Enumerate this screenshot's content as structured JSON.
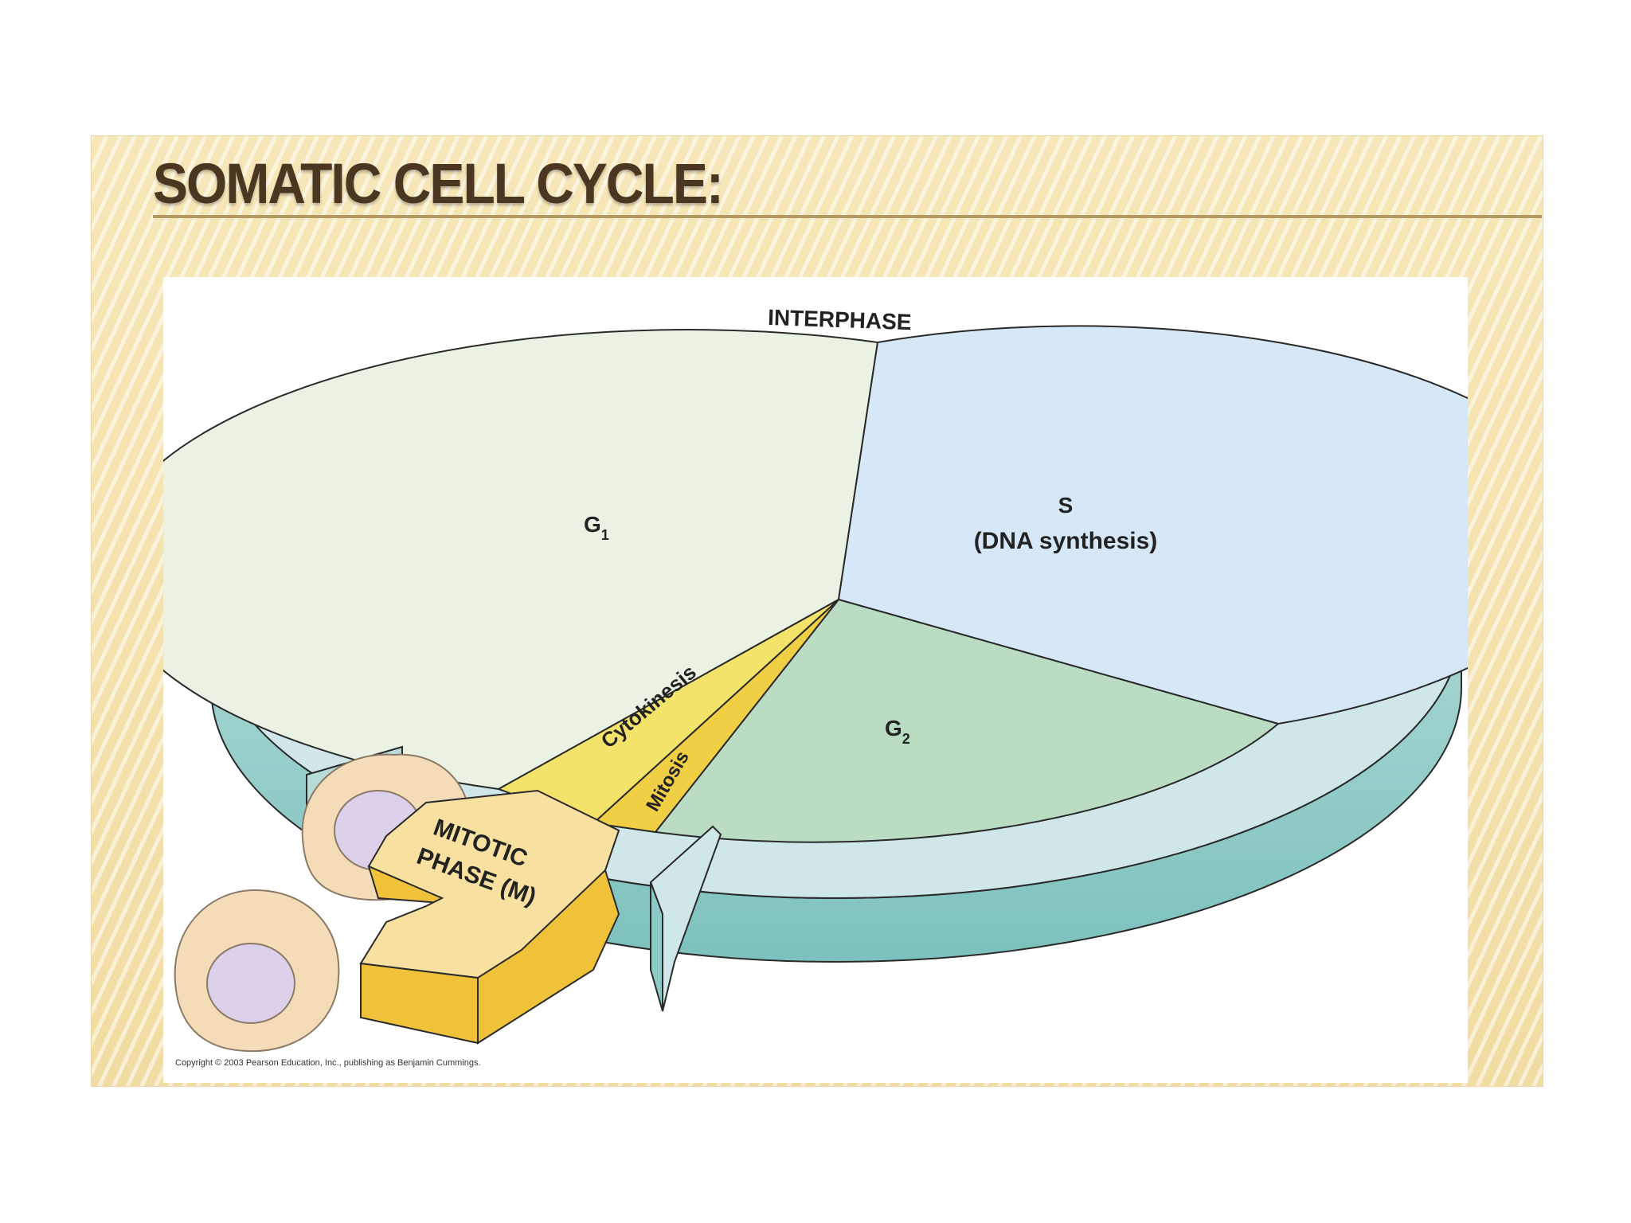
{
  "slide": {
    "title": "SOMATIC CELL CYCLE:"
  },
  "diagram": {
    "ring_label": "INTERPHASE",
    "g1": {
      "base": "G",
      "sub": "1"
    },
    "s": {
      "title": "S",
      "subtitle": "(DNA synthesis)"
    },
    "g2": {
      "base": "G",
      "sub": "2"
    },
    "cytokinesis": "Cytokinesis",
    "mitosis": "Mitosis",
    "mitotic_line1": "MITOTIC",
    "mitotic_line2": "PHASE (M)",
    "copyright": "Copyright © 2003 Pearson Education, Inc., publishing as Benjamin Cummings."
  },
  "colors": {
    "ring": "#d0e7e9",
    "g1": "#eaf2e4",
    "s": "#d6e8f8",
    "g2": "#b9dcc2",
    "cytokinesis": "#f3e36a",
    "mitosis": "#f1cf45",
    "arrow": "#f7e0a0",
    "cell_membrane": "#f5dcb8",
    "nucleus": "#dcd0ea"
  }
}
